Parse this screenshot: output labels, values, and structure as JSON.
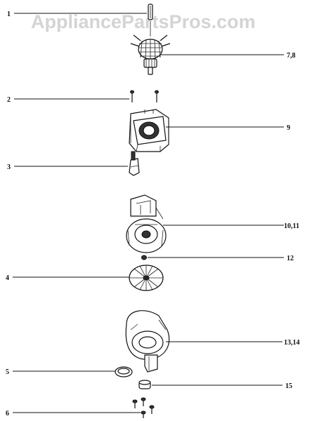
{
  "watermark": "AppliancePartsPros.com",
  "callouts": [
    {
      "id": "1",
      "text": "1"
    },
    {
      "id": "7-8",
      "text": "7,8"
    },
    {
      "id": "2",
      "text": "2"
    },
    {
      "id": "9",
      "text": "9"
    },
    {
      "id": "3",
      "text": "3"
    },
    {
      "id": "10-11",
      "text": "10,11"
    },
    {
      "id": "12",
      "text": "12"
    },
    {
      "id": "4",
      "text": "4"
    },
    {
      "id": "13-14",
      "text": "13,14"
    },
    {
      "id": "5",
      "text": "5"
    },
    {
      "id": "15",
      "text": "15"
    },
    {
      "id": "6",
      "text": "6"
    }
  ]
}
